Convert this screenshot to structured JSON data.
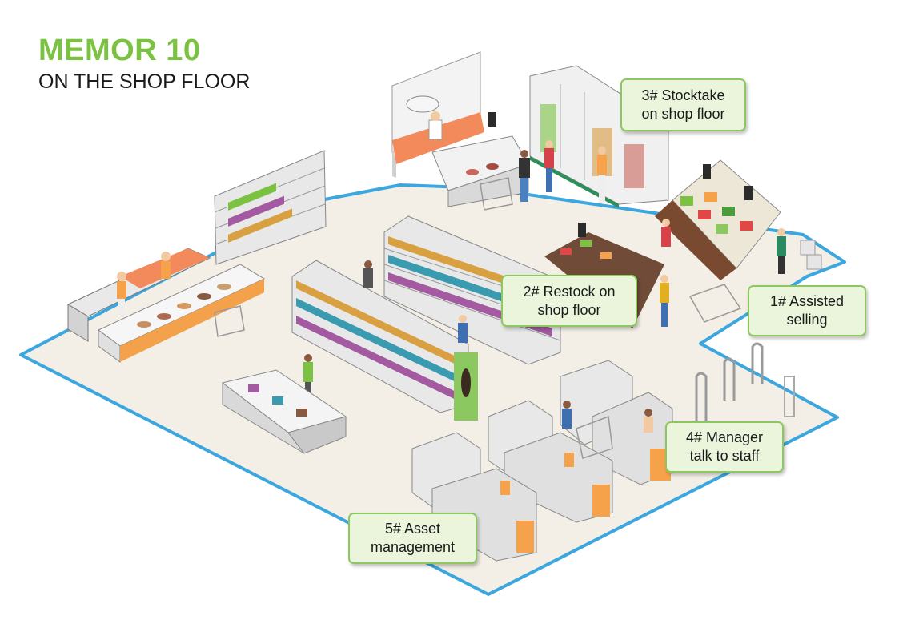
{
  "header": {
    "title": "MEMOR 10",
    "subtitle": "ON THE SHOP FLOOR"
  },
  "callouts": [
    {
      "line1": "3# Stocktake",
      "line2": "on shop floor"
    },
    {
      "line1": "2# Restock on",
      "line2": "shop floor"
    },
    {
      "line1": "1# Assisted",
      "line2": "selling"
    },
    {
      "line1": "4# Manager",
      "line2": "talk to staff"
    },
    {
      "line1": "5# Asset",
      "line2": "management"
    }
  ],
  "colors": {
    "brand_green": "#7cc242",
    "callout_fill": "#eaf5dc",
    "callout_border": "#8cc860",
    "floor_outline": "#3ca7df",
    "floor_fill": "#f3efe6"
  }
}
